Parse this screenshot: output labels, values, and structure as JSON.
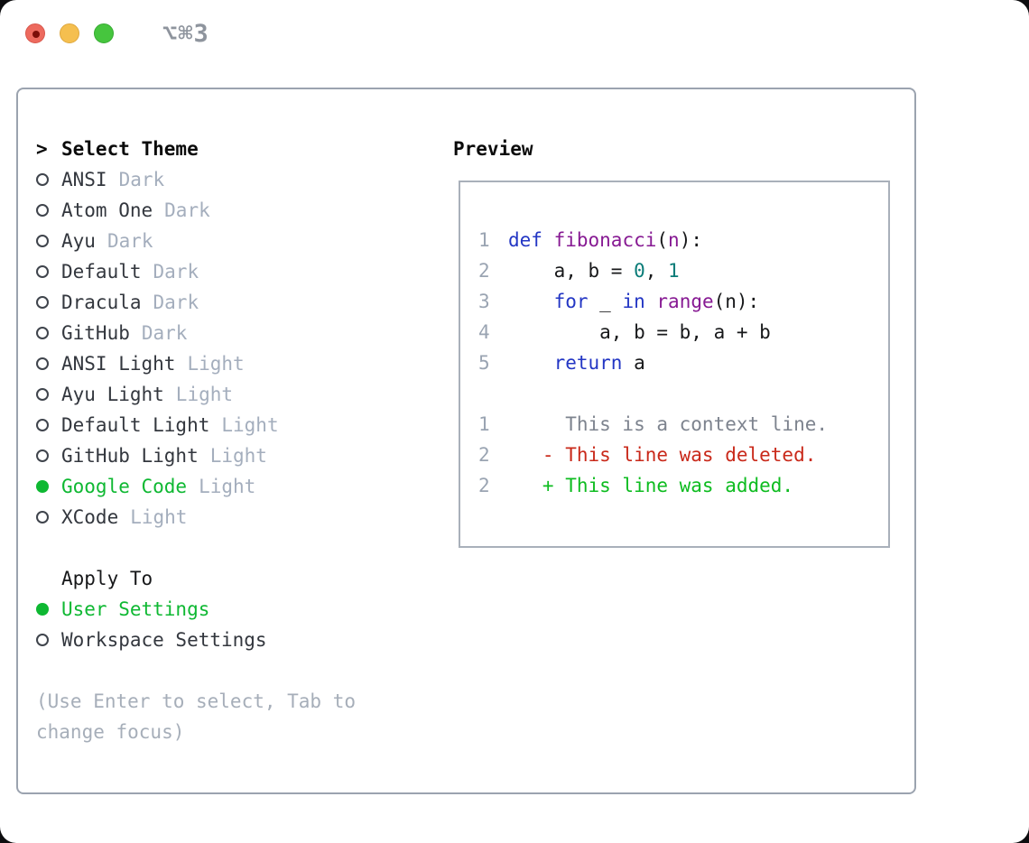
{
  "titlebar": {
    "title": "⌥⌘3"
  },
  "theme_panel": {
    "list_header_prefix": ">",
    "list_header": "Select Theme",
    "themes": [
      {
        "name": "ANSI",
        "variant": "Dark",
        "selected": false
      },
      {
        "name": "Atom One",
        "variant": "Dark",
        "selected": false
      },
      {
        "name": "Ayu",
        "variant": "Dark",
        "selected": false
      },
      {
        "name": "Default",
        "variant": "Dark",
        "selected": false
      },
      {
        "name": "Dracula",
        "variant": "Dark",
        "selected": false
      },
      {
        "name": "GitHub",
        "variant": "Dark",
        "selected": false
      },
      {
        "name": "ANSI Light",
        "variant": "Light",
        "selected": false
      },
      {
        "name": "Ayu Light",
        "variant": "Light",
        "selected": false
      },
      {
        "name": "Default Light",
        "variant": "Light",
        "selected": false
      },
      {
        "name": "GitHub Light",
        "variant": "Light",
        "selected": false
      },
      {
        "name": "Google Code",
        "variant": "Light",
        "selected": true
      },
      {
        "name": "XCode",
        "variant": "Light",
        "selected": false
      }
    ],
    "apply_to": {
      "header": "Apply To",
      "options": [
        {
          "label": "User Settings",
          "selected": true
        },
        {
          "label": "Workspace Settings",
          "selected": false
        }
      ]
    },
    "help_text": "(Use Enter to select, Tab to change focus)"
  },
  "preview": {
    "header": "Preview",
    "lines": [
      {
        "n": "1",
        "s": [
          {
            "t": "def",
            "c": "kw"
          },
          {
            "t": " ",
            "c": "pln"
          },
          {
            "t": "fibonacci",
            "c": "typ"
          },
          {
            "t": "(",
            "c": "pln"
          },
          {
            "t": "n",
            "c": "typ"
          },
          {
            "t": "):",
            "c": "pln"
          }
        ]
      },
      {
        "n": "2",
        "s": [
          {
            "t": "    a, b = ",
            "c": "pln"
          },
          {
            "t": "0",
            "c": "lit"
          },
          {
            "t": ", ",
            "c": "pln"
          },
          {
            "t": "1",
            "c": "lit"
          }
        ]
      },
      {
        "n": "3",
        "s": [
          {
            "t": "    ",
            "c": "pln"
          },
          {
            "t": "for",
            "c": "kw"
          },
          {
            "t": " _ ",
            "c": "pln"
          },
          {
            "t": "in",
            "c": "kw"
          },
          {
            "t": " ",
            "c": "pln"
          },
          {
            "t": "range",
            "c": "typ"
          },
          {
            "t": "(n):",
            "c": "pln"
          }
        ]
      },
      {
        "n": "4",
        "s": [
          {
            "t": "        a, b = b, a + b",
            "c": "pln"
          }
        ]
      },
      {
        "n": "5",
        "s": [
          {
            "t": "    ",
            "c": "pln"
          },
          {
            "t": "return",
            "c": "kw"
          },
          {
            "t": " a",
            "c": "pln"
          }
        ]
      },
      {
        "n": "",
        "s": []
      },
      {
        "n": "1",
        "s": [
          {
            "t": "     This is a context line.",
            "c": "ctx"
          }
        ]
      },
      {
        "n": "2",
        "s": [
          {
            "t": "   - This line was deleted.",
            "c": "del"
          }
        ]
      },
      {
        "n": "2",
        "s": [
          {
            "t": "   + This line was added.",
            "c": "add"
          }
        ]
      }
    ]
  },
  "colors": {
    "sel_green": "#0eb832",
    "kw": "#2336c4",
    "typ": "#871a93",
    "lit": "#0a7c78",
    "pln": "#17181a",
    "ctx": "#7d838e",
    "del": "#c9291a",
    "add": "#0ebc20",
    "lnum": "#9aa4b2",
    "tl_red": "#ed6a5e",
    "tl_yellow": "#f5bf4f",
    "tl_green": "#46c53e"
  }
}
